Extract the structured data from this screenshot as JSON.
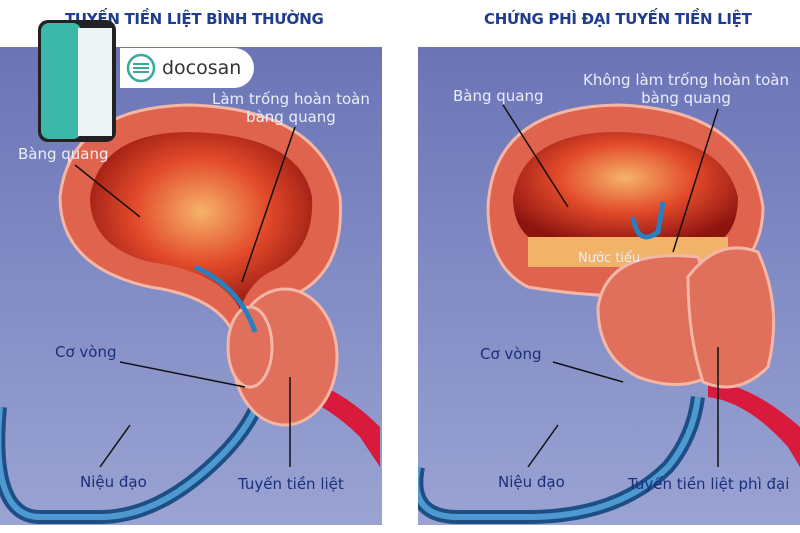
{
  "left": {
    "title": "TUYẾN TIỀN LIỆT BÌNH THƯỜNG",
    "labels": {
      "bladder": "Bàng quang",
      "empty_line1": "Làm trống hoàn toàn",
      "empty_line2": "bàng quang",
      "sphincter": "Cơ vòng",
      "urethra": "Niệu đạo",
      "prostate": "Tuyến tiền liệt"
    }
  },
  "right": {
    "title": "CHỨNG PHÌ ĐẠI TUYẾN TIỀN LIỆT",
    "labels": {
      "bladder": "Bàng quang",
      "not_empty_line1": "Không làm trống hoàn toàn",
      "not_empty_line2": "bàng quang",
      "urine": "Nước tiểu",
      "sphincter": "Cơ vòng",
      "urethra": "Niệu đạo",
      "prostate": "Tuyến tiền liệt phì đại"
    }
  },
  "watermark": {
    "brand": "docosan"
  },
  "colors": {
    "panel_bg": "#6d78b8",
    "tissue": "#e0634d",
    "bladder_inner": "#c8251a",
    "urethra": "#2a6fa8",
    "title": "#1f3c8f"
  }
}
